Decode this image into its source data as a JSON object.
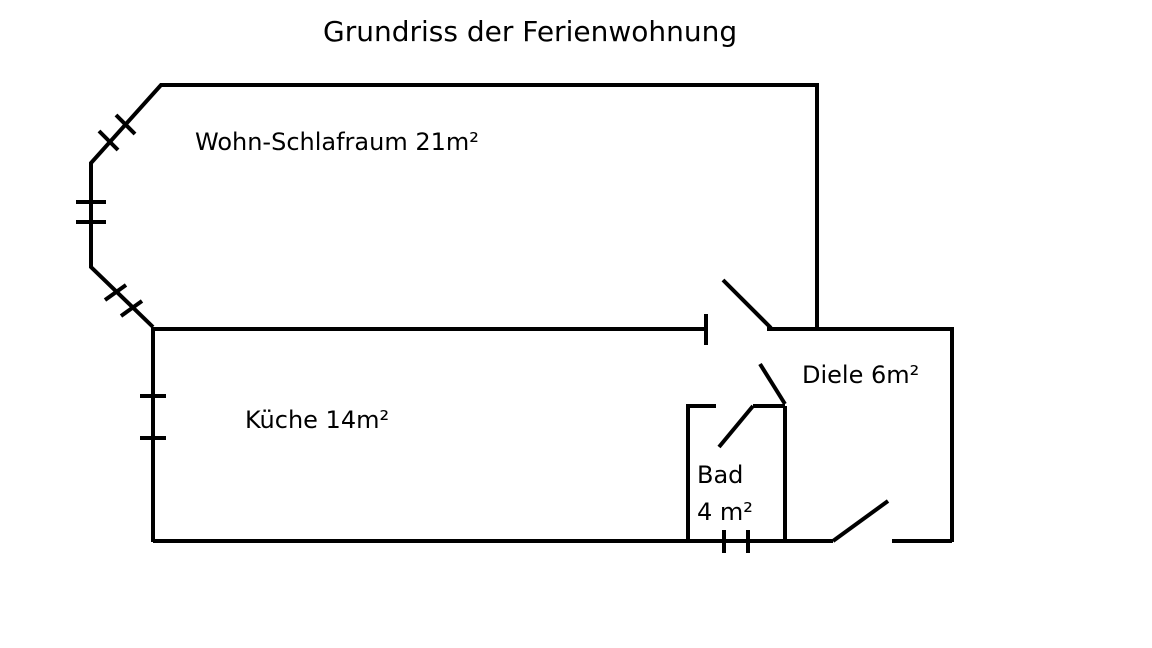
{
  "diagram": {
    "title": "Grundriss der Ferienwohnung",
    "rooms": {
      "wohn": {
        "label": "Wohn-Schlafraum 21m²"
      },
      "kueche": {
        "label": "Küche 14m²"
      },
      "diele": {
        "label": "Diele 6m²"
      },
      "bad": {
        "label_line1": "Bad",
        "label_line2": "4 m²"
      }
    },
    "wall_color": "#000000"
  }
}
